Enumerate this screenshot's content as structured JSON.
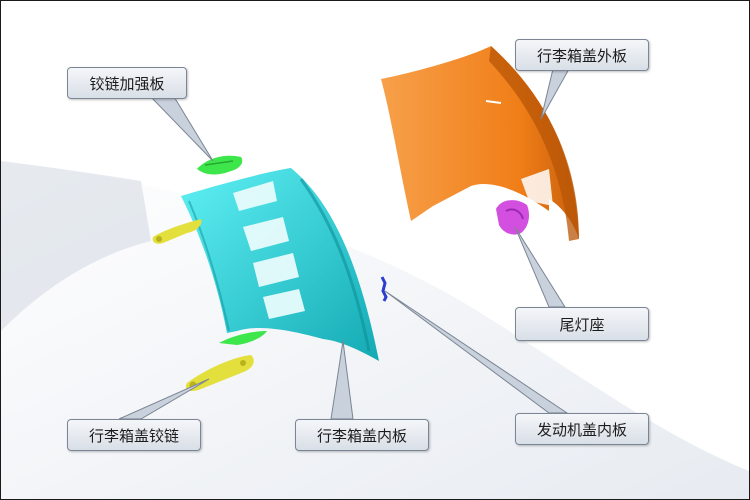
{
  "labels": {
    "hinge_reinforcement": "铰链加强板",
    "trunk_lid_outer": "行李箱盖外板",
    "tail_lamp_seat": "尾灯座",
    "trunk_lid_hinge": "行李箱盖铰链",
    "trunk_lid_inner": "行李箱盖内板",
    "engine_hood_inner": "发动机盖内板"
  },
  "colors": {
    "outer_panel": "#f08019",
    "inner_panel": "#22d4dc",
    "hinge_reinforcement": "#3de64a",
    "hinge": "#e3df3c",
    "tail_lamp_seat": "#d24fe0",
    "engine_hood_inner": "#2a3fd0"
  }
}
